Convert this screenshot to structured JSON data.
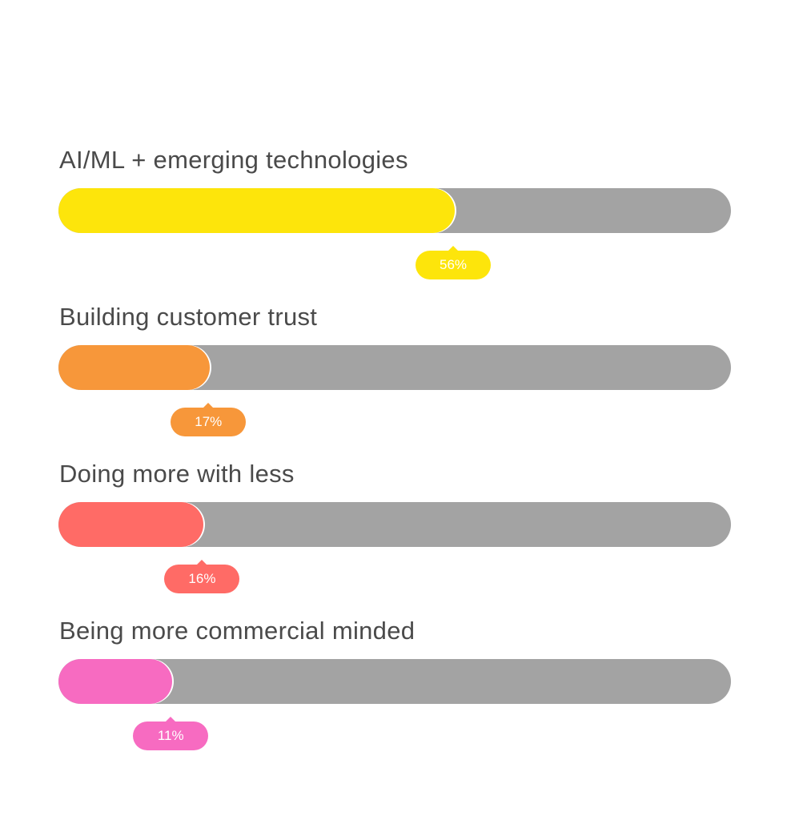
{
  "chart_data": {
    "type": "bar",
    "orientation": "horizontal",
    "categories": [
      "AI/ML + emerging technologies",
      "Building customer trust",
      "Doing more with less",
      "Being more commercial minded"
    ],
    "values": [
      56,
      17,
      16,
      11
    ],
    "value_labels": [
      "56%",
      "17%",
      "16%",
      "11%"
    ],
    "colors": [
      "#fde50b",
      "#f7973a",
      "#ff6b66",
      "#f76bc1"
    ],
    "track_color": "#a3a3a3",
    "xlim": [
      0,
      100
    ],
    "title": "",
    "xlabel": "",
    "ylabel": ""
  }
}
